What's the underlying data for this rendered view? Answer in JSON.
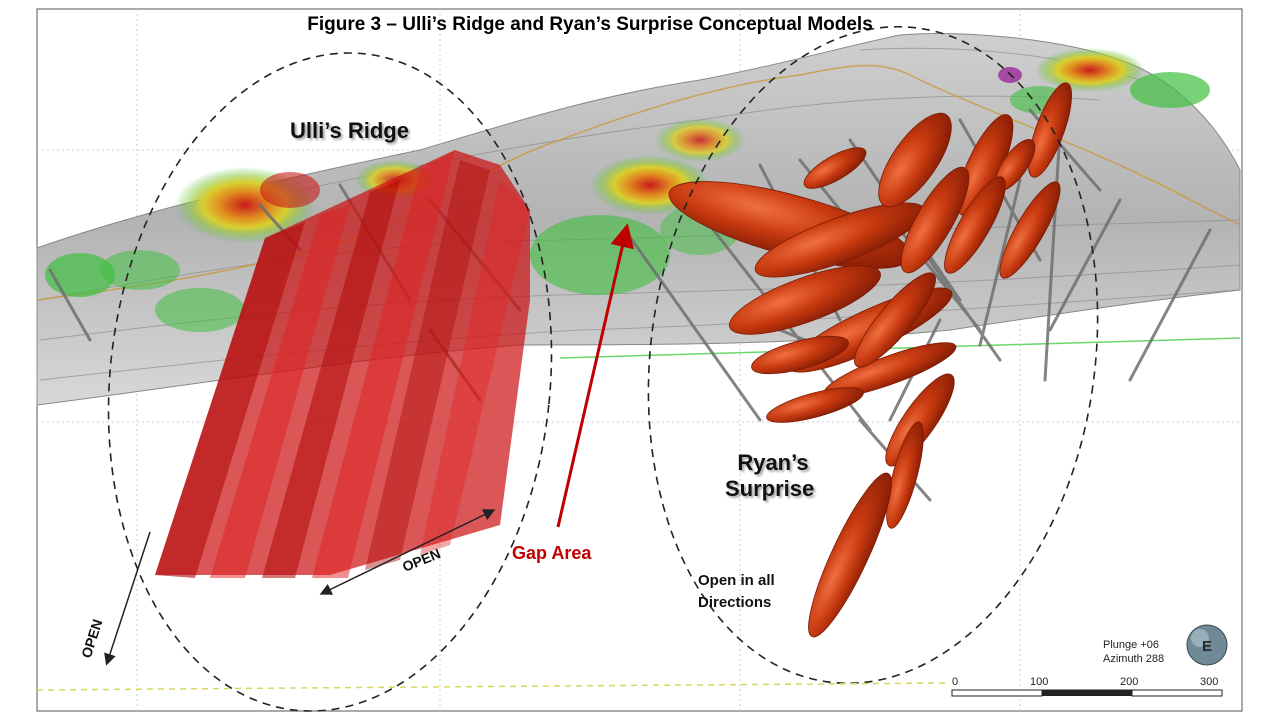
{
  "figure": {
    "title": "Figure 3 – Ulli’s Ridge and Ryan’s Surprise Conceptual Models"
  },
  "labels": {
    "ullis_ridge": "Ulli’s Ridge",
    "ryans_line1": "Ryan’s",
    "ryans_line2": "Surprise",
    "gap_area": "Gap Area",
    "open_diag": "OPEN",
    "open_left": "OPEN",
    "open_all_line1": "Open in all",
    "open_all_line2": "Directions"
  },
  "view": {
    "plunge": "Plunge +06",
    "azimuth": "Azimuth 288",
    "compass_letter": "E"
  },
  "scale_bar": {
    "ticks": [
      "0",
      "100",
      "200",
      "300"
    ]
  },
  "colors": {
    "ulli_solid": "#cc1010",
    "ryan_shells": "#c83a10",
    "terrain": "#a8a8a8",
    "anomaly_green": "#3fbf3f",
    "gap_arrow": "#c00000"
  }
}
